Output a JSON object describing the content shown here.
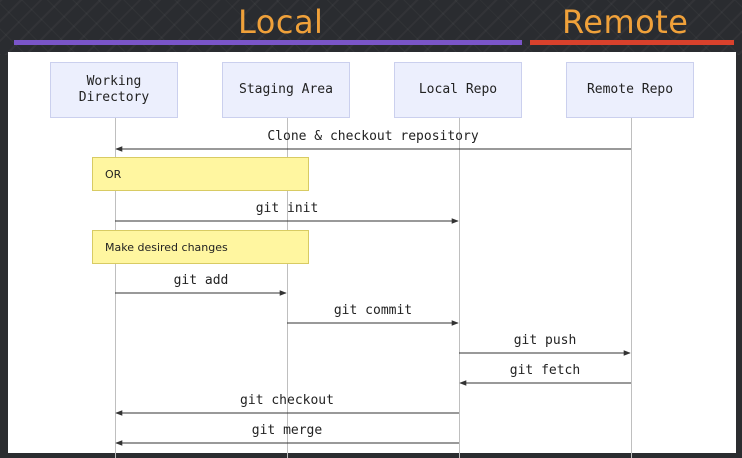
{
  "header": {
    "local_title": "Local",
    "remote_title": "Remote"
  },
  "actors": [
    {
      "id": "wd",
      "label": "Working\nDirectory"
    },
    {
      "id": "sa",
      "label": "Staging Area"
    },
    {
      "id": "lr",
      "label": "Local Repo"
    },
    {
      "id": "rr",
      "label": "Remote Repo"
    }
  ],
  "notes": [
    {
      "text": "OR"
    },
    {
      "text": "Make desired changes"
    }
  ],
  "messages": [
    {
      "label": "Clone & checkout repository",
      "from": "rr",
      "to": "wd"
    },
    {
      "label": "git init",
      "from": "wd",
      "to": "lr"
    },
    {
      "label": "git add",
      "from": "wd",
      "to": "sa"
    },
    {
      "label": "git commit",
      "from": "sa",
      "to": "lr"
    },
    {
      "label": "git push",
      "from": "lr",
      "to": "rr"
    },
    {
      "label": "git fetch",
      "from": "rr",
      "to": "lr"
    },
    {
      "label": "git checkout",
      "from": "lr",
      "to": "wd"
    },
    {
      "label": "git merge",
      "from": "lr",
      "to": "wd"
    }
  ]
}
